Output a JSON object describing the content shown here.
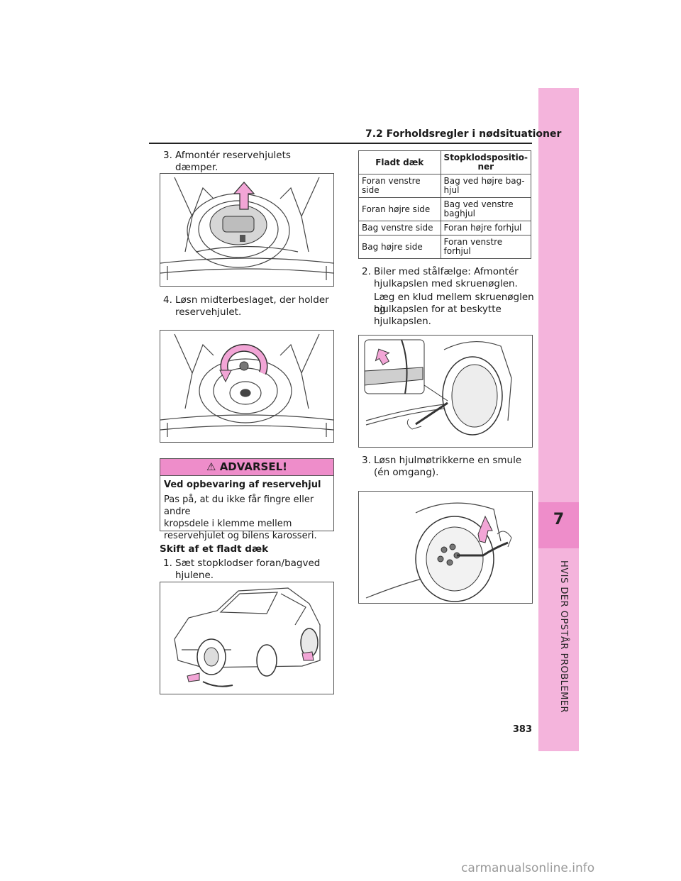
{
  "header": {
    "section": "7.2 Forholdsregler i nødsituationer"
  },
  "sidebar": {
    "chapter_number": "7",
    "chapter_title": "HVIS DER OPSTÅR PROBLEMER"
  },
  "page_number": "383",
  "left": {
    "step3": {
      "num": "3.",
      "text": "Afmontér reservehjulets dæmper."
    },
    "step4": {
      "num": "4.",
      "line1": "Løsn midterbeslaget, der holder",
      "line2": "reservehjulet."
    },
    "warning": {
      "title": "ADVARSEL!",
      "subtitle": "Ved opbevaring af reservehjul",
      "line1": "Pas på, at du ikke får fingre eller andre",
      "line2": "kropsdele i klemme mellem",
      "line3": "reservehjulet og bilens karosseri."
    },
    "subheading": "Skift af et fladt dæk",
    "step1": {
      "num": "1.",
      "text": "Sæt stopklodser foran/bagved hjulene."
    }
  },
  "table": {
    "headers": [
      "Fladt dæk",
      "Stopklodspositio-\nner"
    ],
    "rows": [
      [
        "Foran venstre side",
        "Bag ved højre bag-\nhjul"
      ],
      [
        "Foran højre side",
        "Bag ved venstre\nbaghjul"
      ],
      [
        "Bag venstre side",
        "Foran højre forhjul"
      ],
      [
        "Bag højre side",
        "Foran venstre\nforhjul"
      ]
    ]
  },
  "right": {
    "step2": {
      "num": "2.",
      "line1": "Biler med stålfælge: Afmontér",
      "line2": "hjulkapslen med skruenøglen.",
      "line3": "Læg en klud mellem skruenøglen og",
      "line4": "hjulkapslen for at beskytte",
      "line5": "hjulkapslen."
    },
    "step3": {
      "num": "3.",
      "line1": "Løsn hjulmøtrikkerne en smule",
      "line2": "(én omgang)."
    }
  },
  "watermark": "carmanualsonline.info",
  "colors": {
    "accent_pink": "#ee8dca",
    "tab_pink": "#f4b4dc"
  }
}
